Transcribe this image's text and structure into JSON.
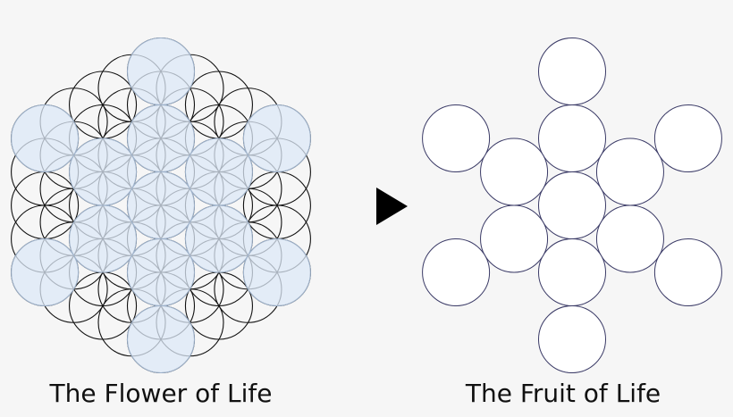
{
  "flower": {
    "caption": "The Flower of Life",
    "line_color": "#111111",
    "highlight_fill": "#dce8f7",
    "highlight_stroke": "#9fb3cc",
    "circle_count": 61,
    "highlighted_circle_count": 13
  },
  "fruit": {
    "caption": "The Fruit of Life",
    "fill": "#ffffff",
    "stroke": "#3a3a66",
    "circle_count": 13
  },
  "arrow": {
    "icon": "play-triangle-icon",
    "color": "#000000"
  },
  "background": "#f6f6f6"
}
